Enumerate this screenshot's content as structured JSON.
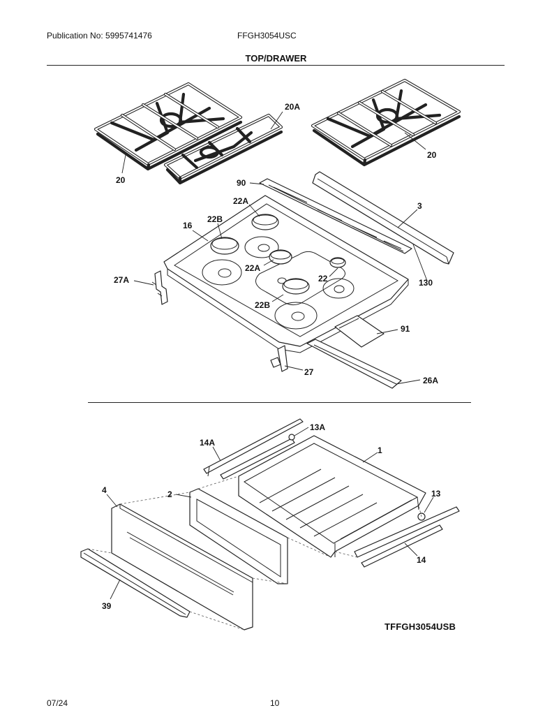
{
  "header": {
    "publication": "Publication No: 5995741476",
    "model": "FFGH3054USC",
    "section_title": "TOP/DRAWER"
  },
  "footer": {
    "date": "07/24",
    "page_number": "10"
  },
  "diagram_code": "TFFGH3054USB",
  "callouts": {
    "grate_left": "20",
    "grate_center": "20A",
    "grate_right": "20",
    "trim_90": "90",
    "backguard_3": "3",
    "cap_22a_top": "22A",
    "cooktop_16": "16",
    "cap_22b_top": "22B",
    "hinge_27a": "27A",
    "cap_22a_mid": "22A",
    "cap_22": "22",
    "trim_130": "130",
    "cap_22b_bottom": "22B",
    "shield_91": "91",
    "bracket_27": "27",
    "channel_26a": "26A",
    "glide_13a": "13A",
    "rail_14a": "14A",
    "drawer_1": "1",
    "panel_4": "4",
    "frame_2": "2",
    "glide_13": "13",
    "rail_14": "14",
    "handle_39": "39"
  }
}
